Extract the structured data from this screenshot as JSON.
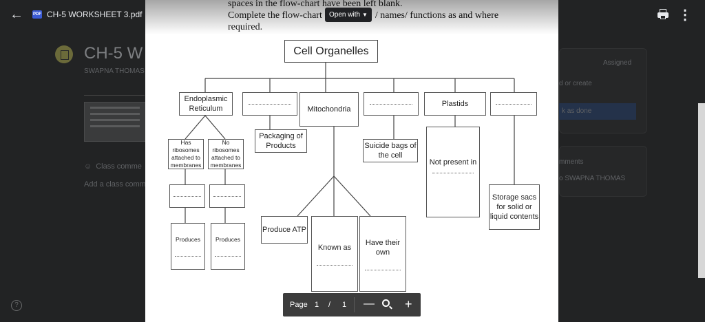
{
  "header": {
    "file_badge": "PDF",
    "file_name": "CH-5 WORKSHEET 3.pdf"
  },
  "background": {
    "title": "CH-5 W",
    "author": "SWAPNA THOMAS",
    "class_comments": "Class comme",
    "add_class_comment": "Add a class comm",
    "assigned": "Assigned",
    "add_or_create": "d or create",
    "mark_as_done": "k as done",
    "comments": "mments",
    "add_to": "o SWAPNA THOMAS"
  },
  "document": {
    "instruction_line1": "spaces in the flow-chart have been left blank.",
    "instruction_line2": "Complete the flow-chart                      / names/ functions as and where",
    "instruction_line3": "required.",
    "open_with": "Open with",
    "chart_title": "Cell Organelles",
    "organelles": {
      "er": "Endoplasmic Reticulum",
      "blank_a": "",
      "mito": "Mitochondria",
      "blank_b": "",
      "plastids": "Plastids",
      "blank_c": ""
    },
    "labels": {
      "has_ribo": "Has ribosomes attached to membranes",
      "no_ribo": "No ribosomes attached to membranes",
      "packaging": "Packaging of Products",
      "suicide": "Suicide bags of the cell",
      "not_present": "Not present in",
      "storage": "Storage sacs for solid or liquid contents",
      "produces_1": "Produces",
      "produces_2": "Produces",
      "produce_atp": "Produce ATP",
      "known_as": "Known as",
      "have_own": "Have their own"
    }
  },
  "pagebar": {
    "page_label": "Page",
    "current": "1",
    "separator": "/",
    "total": "1",
    "zoom_out": "—",
    "zoom_in": "+"
  }
}
